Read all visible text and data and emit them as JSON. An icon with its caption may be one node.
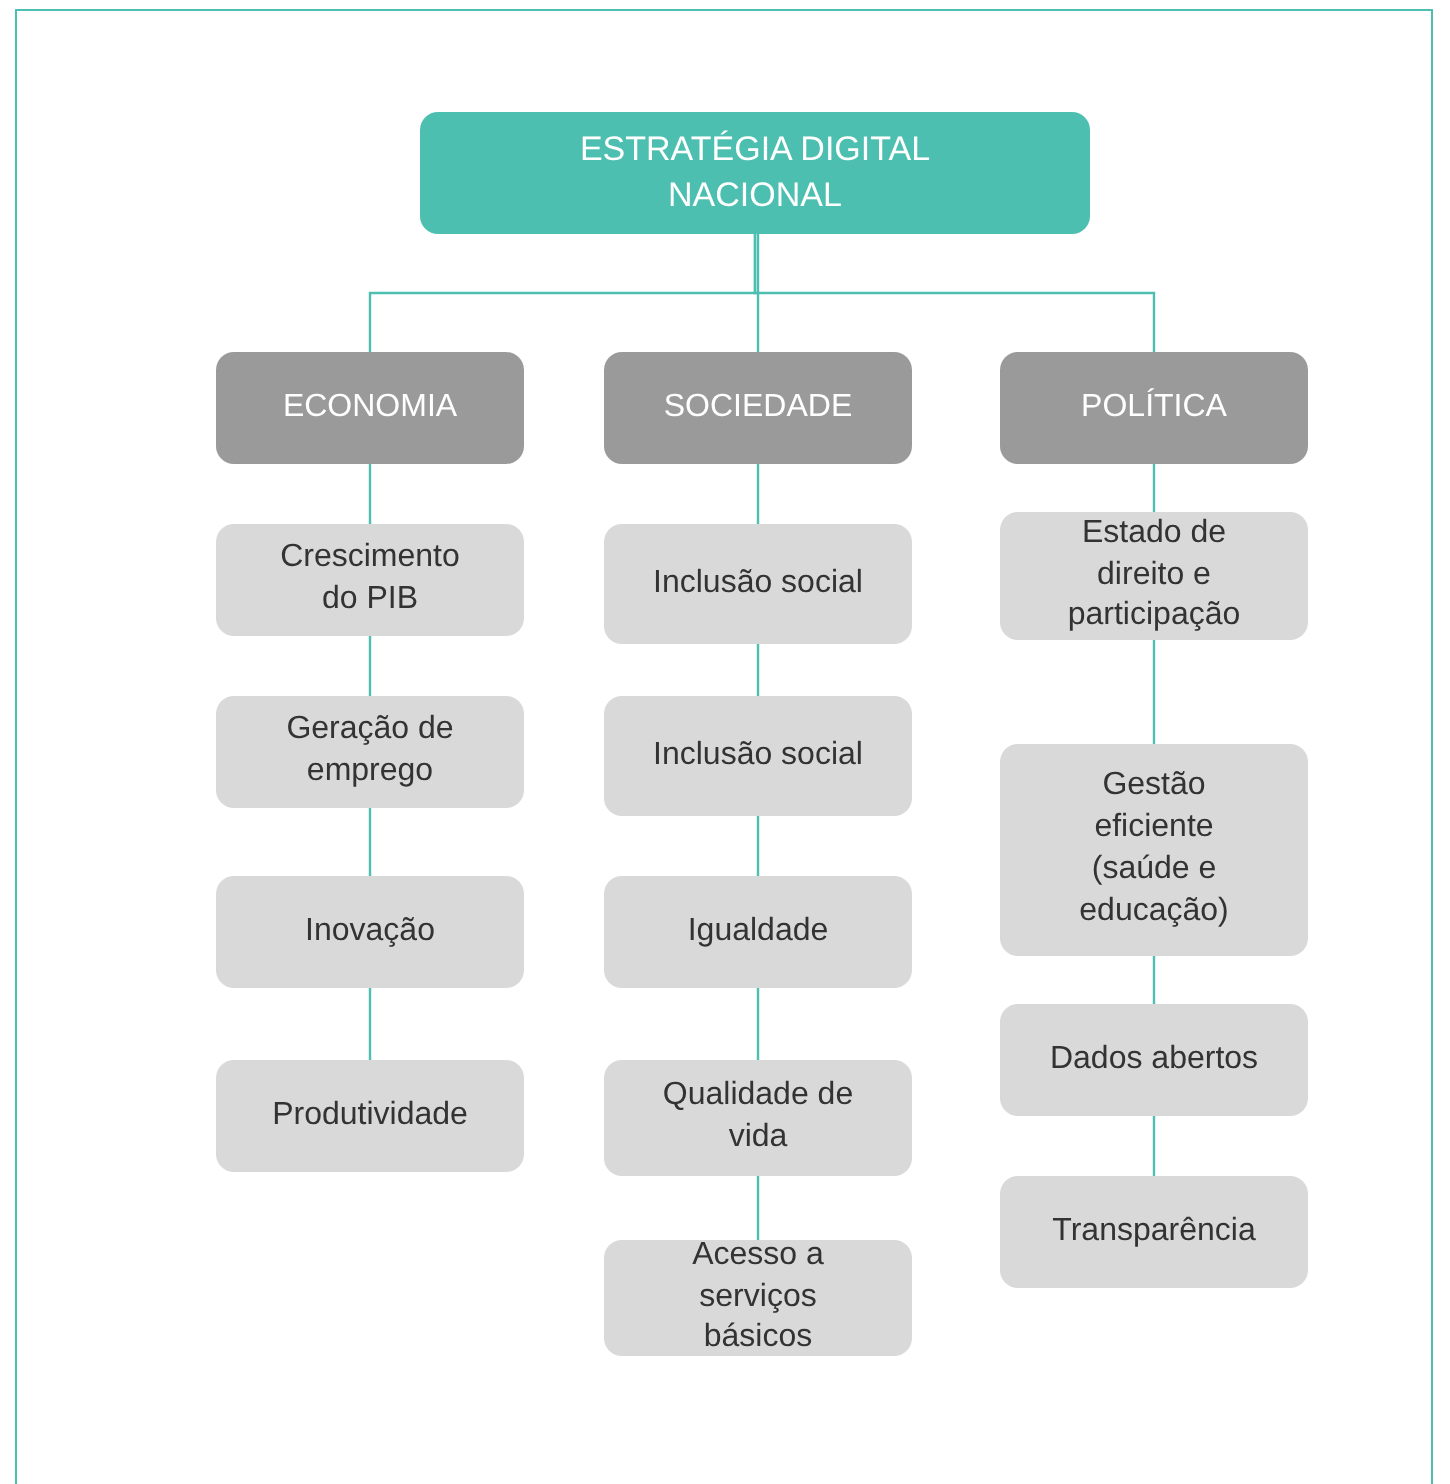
{
  "diagram": {
    "nodes": [
      {
        "text": [
          "ESTRATÉGIA DIGITAL NACIONAL"
        ]
      },
      {
        "text": [
          "ECONOMIA"
        ]
      },
      {
        "text": [
          "SOCIEDADE"
        ]
      },
      {
        "text": [
          "POLÍTICA"
        ]
      },
      {
        "text": [
          "Crescimento do PIB"
        ]
      },
      {
        "text": [
          "Geração de emprego"
        ]
      },
      {
        "text": [
          "Inovação"
        ]
      },
      {
        "text": [
          "Produtividade"
        ]
      },
      {
        "text": [
          "Inclusão social"
        ]
      },
      {
        "text": [
          "Inclusão social"
        ]
      },
      {
        "text": [
          "Igualdade"
        ]
      },
      {
        "text": [
          "Qualidade de vida"
        ]
      },
      {
        "text": [
          "Acesso a serviços básicos"
        ]
      },
      {
        "text": [
          "Estado de direito e participação"
        ]
      },
      {
        "text": [
          "Gestão eficiente (saúde e educação)"
        ]
      },
      {
        "text": [
          "Dados abertos"
        ]
      },
      {
        "text": [
          "Transparência"
        ]
      }
    ],
    "edges": [
      {
        "from": 0,
        "to": 1,
        "arrow": "none"
      },
      {
        "from": 0,
        "to": 2,
        "arrow": "none"
      },
      {
        "from": 0,
        "to": 3,
        "arrow": "none"
      },
      {
        "from": 1,
        "to": 4,
        "arrow": "none"
      },
      {
        "from": 4,
        "to": 5,
        "arrow": "none"
      },
      {
        "from": 5,
        "to": 6,
        "arrow": "none"
      },
      {
        "from": 6,
        "to": 7,
        "arrow": "none"
      },
      {
        "from": 2,
        "to": 8,
        "arrow": "none"
      },
      {
        "from": 8,
        "to": 9,
        "arrow": "none"
      },
      {
        "from": 9,
        "to": 10,
        "arrow": "none"
      },
      {
        "from": 10,
        "to": 11,
        "arrow": "none"
      },
      {
        "from": 11,
        "to": 12,
        "arrow": "none"
      },
      {
        "from": 3,
        "to": 13,
        "arrow": "none"
      },
      {
        "from": 13,
        "to": 14,
        "arrow": "none"
      },
      {
        "from": 14,
        "to": 15,
        "arrow": "none"
      },
      {
        "from": 15,
        "to": 16,
        "arrow": "none"
      }
    ]
  }
}
